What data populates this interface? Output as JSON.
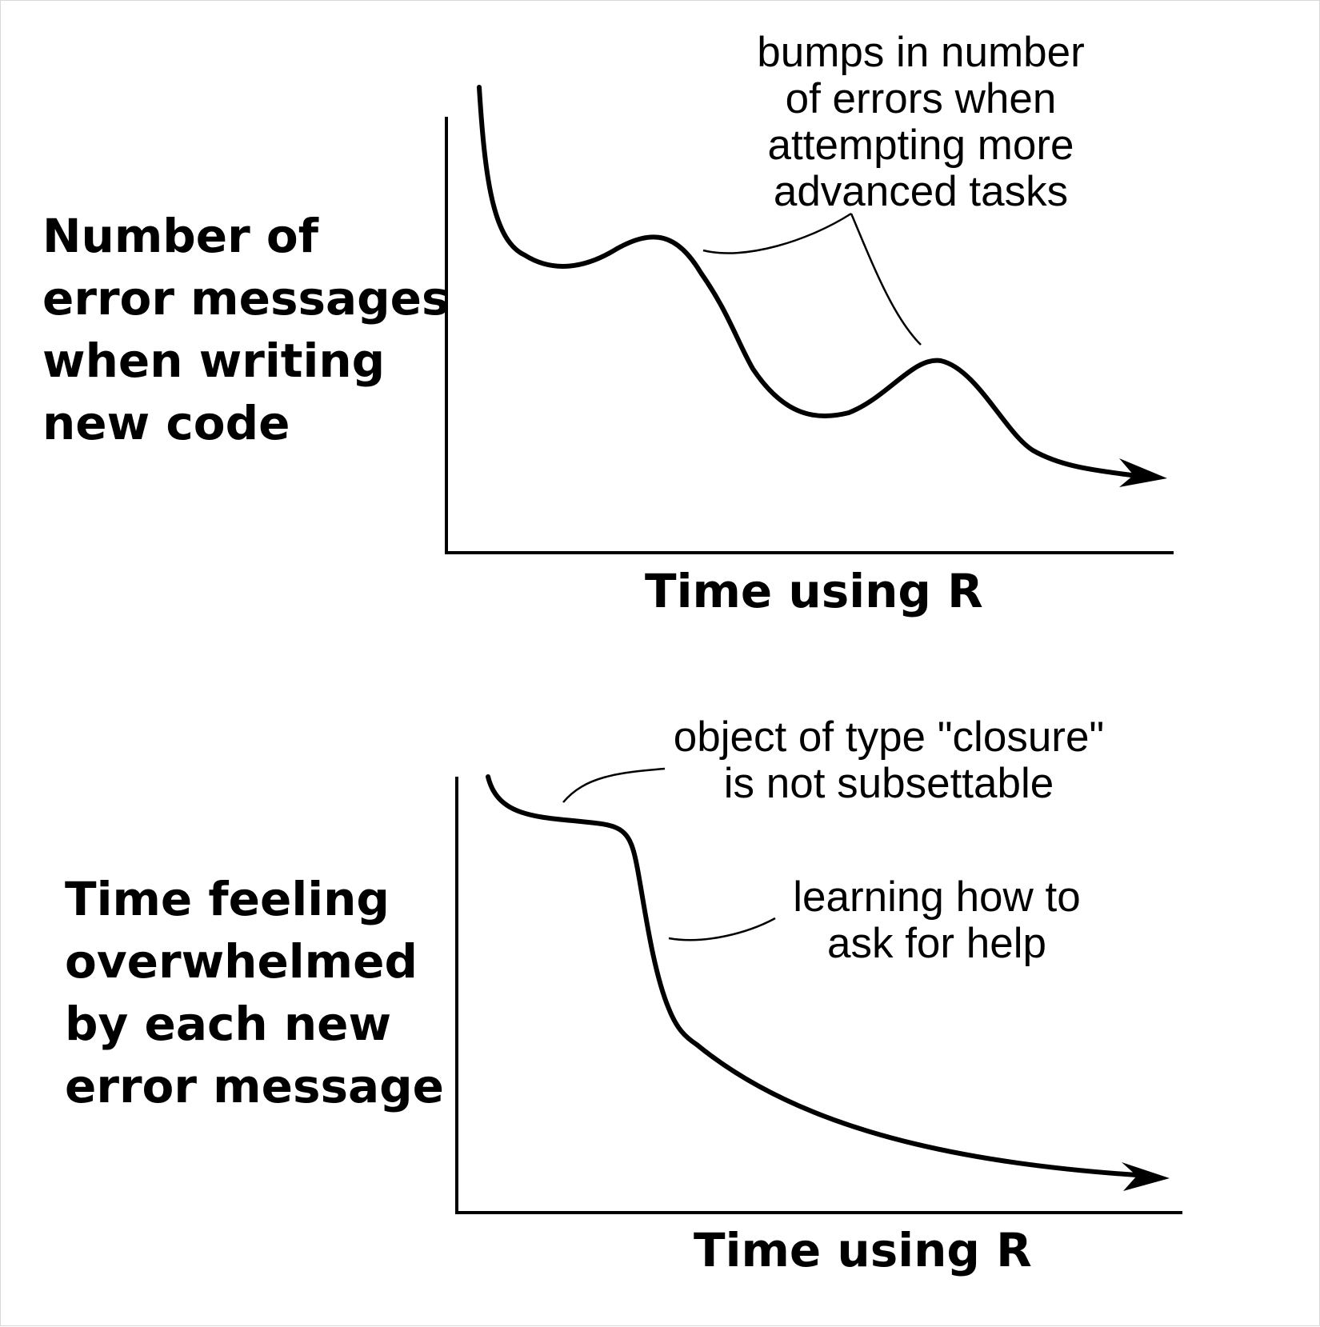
{
  "panels": [
    {
      "ylabel": [
        "Number of",
        "error messages",
        "when writing",
        "new code"
      ],
      "xlabel": "Time using R",
      "annotation": [
        "bumps in number",
        "of errors when",
        "attempting more",
        "advanced tasks"
      ]
    },
    {
      "ylabel": [
        "Time feeling",
        "overwhelmed",
        "by each new",
        "error message"
      ],
      "xlabel": "Time using R",
      "annotation_top": [
        "object of type \"closure\"",
        "is not subsettable"
      ],
      "annotation_mid": [
        "learning how to",
        "ask for help"
      ]
    }
  ]
}
